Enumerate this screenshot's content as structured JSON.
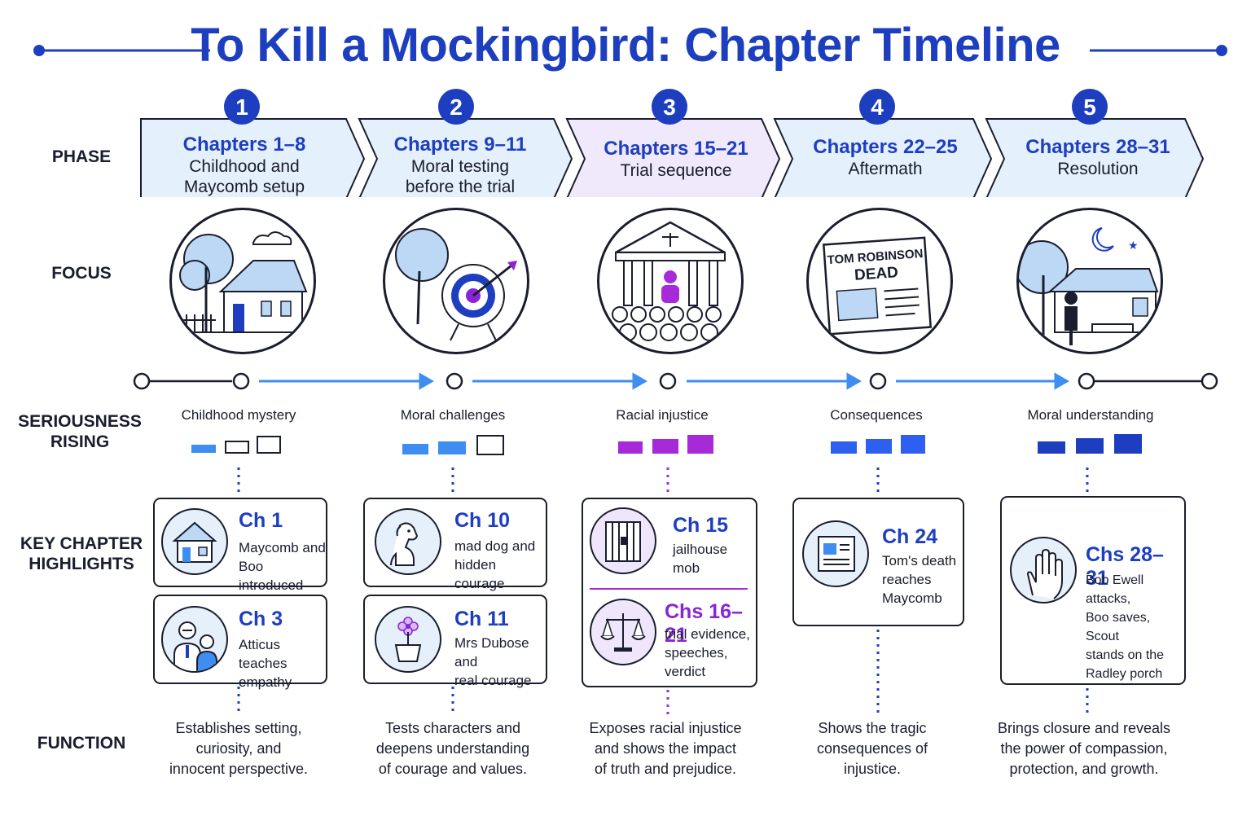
{
  "title": "To Kill a Mockingbird: Chapter Timeline",
  "row_labels": {
    "phase": "PHASE",
    "focus": "FOCUS",
    "seriousness": [
      "SERIOUSNESS",
      "RISING"
    ],
    "highlights": [
      "KEY CHAPTER",
      "HIGHLIGHTS"
    ],
    "function": "FUNCTION"
  },
  "phases": [
    {
      "number": "1",
      "range": "Chapters 1–8",
      "subtitle": [
        "Childhood and",
        "Maycomb setup"
      ],
      "seriousness": "Childhood mystery",
      "function": [
        "Establishes setting,",
        "curiosity, and",
        "innocent perspective."
      ]
    },
    {
      "number": "2",
      "range": "Chapters 9–11",
      "subtitle": [
        "Moral testing",
        "before the trial"
      ],
      "seriousness": "Moral challenges",
      "function": [
        "Tests characters and",
        "deepens understanding",
        "of courage and values."
      ]
    },
    {
      "number": "3",
      "range": "Chapters 15–21",
      "subtitle": [
        "Trial sequence"
      ],
      "seriousness": "Racial injustice",
      "function": [
        "Exposes racial injustice",
        "and shows the impact",
        "of truth and prejudice."
      ]
    },
    {
      "number": "4",
      "range": "Chapters 22–25",
      "subtitle": [
        "Aftermath"
      ],
      "seriousness": "Consequences",
      "function": [
        "Shows the tragic",
        "consequences of",
        "injustice."
      ]
    },
    {
      "number": "5",
      "range": "Chapters 28–31",
      "subtitle": [
        "Resolution"
      ],
      "seriousness": "Moral understanding",
      "function": [
        "Brings closure and reveals",
        "the power of compassion,",
        "protection, and growth."
      ]
    }
  ],
  "newspaper_headline": [
    "TOM ROBINSON",
    "DEAD"
  ],
  "highlights": [
    {
      "chapter": "Ch 1",
      "lines": [
        "Maycomb and",
        "Boo introduced"
      ],
      "icon": "house-icon"
    },
    {
      "chapter": "Ch 3",
      "lines": [
        "Atticus teaches",
        "empathy"
      ],
      "icon": "atticus-scout-icon"
    },
    {
      "chapter": "Ch 10",
      "lines": [
        "mad dog and",
        "hidden courage"
      ],
      "icon": "dog-icon"
    },
    {
      "chapter": "Ch 11",
      "lines": [
        "Mrs Dubose and",
        "real courage"
      ],
      "icon": "flower-pot-icon"
    },
    {
      "chapter": "Ch 15",
      "lines": [
        "jailhouse",
        "mob"
      ],
      "icon": "jail-icon"
    },
    {
      "chapter": "Chs 16–21",
      "lines": [
        "trial evidence,",
        "speeches,",
        "verdict"
      ],
      "icon": "scales-icon"
    },
    {
      "chapter": "Ch 24",
      "lines": [
        "Tom's death",
        "reaches",
        "Maycomb"
      ],
      "icon": "newspaper-icon"
    },
    {
      "chapter": "Chs 28–31",
      "lines": [
        "Bob Ewell attacks,",
        "Boo saves, Scout",
        "stands on the",
        "Radley porch"
      ],
      "icon": "hand-icon"
    }
  ],
  "colors": {
    "blue": "#1d3fbf",
    "light_blue": "#3d8ef0",
    "purple": "#a62ad8",
    "dark": "#1a1d2e",
    "phase_fill": "#e4f0fc",
    "phase_fill_purple": "#f0e8fb"
  }
}
